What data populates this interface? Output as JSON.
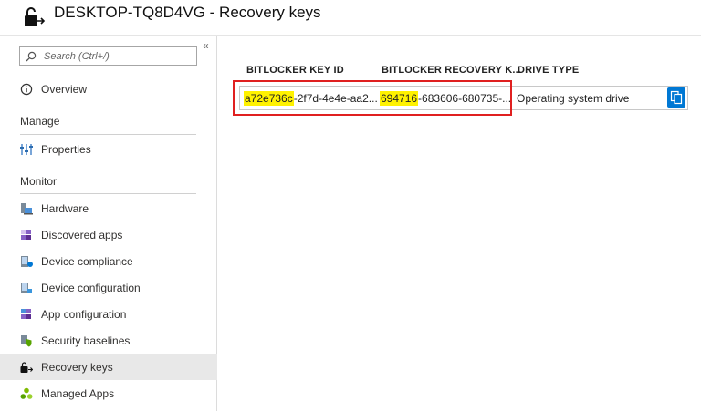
{
  "header": {
    "title": "DESKTOP-TQ8D4VG - Recovery keys",
    "icon": "lock-open-icon"
  },
  "sidebar": {
    "collapse_glyph": "«",
    "search": {
      "placeholder": "Search (Ctrl+/)"
    },
    "overview": {
      "label": "Overview",
      "icon": "info-icon"
    },
    "sections": [
      {
        "label": "Manage",
        "items": [
          {
            "label": "Properties",
            "icon": "properties-icon"
          }
        ]
      },
      {
        "label": "Monitor",
        "items": [
          {
            "label": "Hardware",
            "icon": "hardware-icon"
          },
          {
            "label": "Discovered apps",
            "icon": "discovered-apps-icon"
          },
          {
            "label": "Device compliance",
            "icon": "device-compliance-icon"
          },
          {
            "label": "Device configuration",
            "icon": "device-configuration-icon"
          },
          {
            "label": "App configuration",
            "icon": "app-configuration-icon"
          },
          {
            "label": "Security baselines",
            "icon": "security-baselines-icon"
          },
          {
            "label": "Recovery keys",
            "icon": "recovery-keys-icon",
            "active": true
          },
          {
            "label": "Managed Apps",
            "icon": "managed-apps-icon"
          }
        ]
      }
    ]
  },
  "table": {
    "columns": [
      "BITLOCKER KEY ID",
      "BITLOCKER RECOVERY K...",
      "DRIVE TYPE"
    ],
    "rows": [
      {
        "key_id_highlight": "a72e736c",
        "key_id_rest": "-2f7d-4e4e-aa2...",
        "recovery_key_highlight": "694716",
        "recovery_key_rest": "-683606-680735-...",
        "drive_type": "Operating system drive"
      }
    ]
  },
  "colors": {
    "accent": "#0078d4",
    "highlight": "#fff200",
    "callout": "#e02020",
    "active_nav": "#e8e8e8"
  }
}
